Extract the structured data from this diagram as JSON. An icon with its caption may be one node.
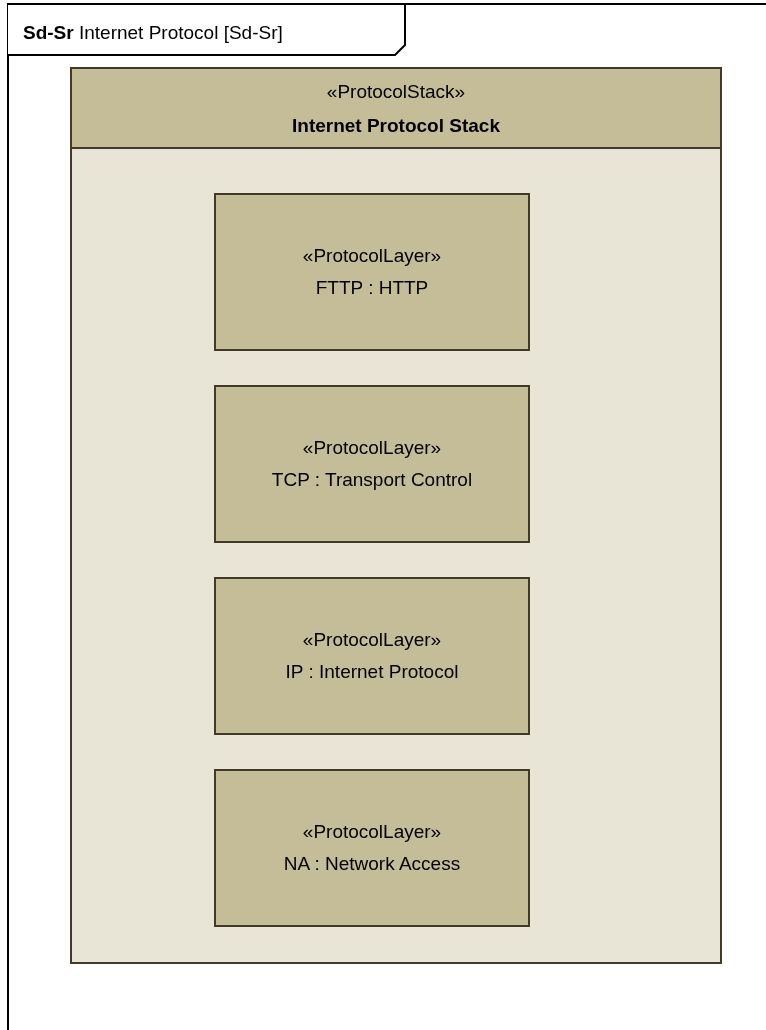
{
  "diagram": {
    "nodes": [
      {
        "text": [
          "**Sd-Sr** Internet Protocol [Sd-Sr]"
        ]
      },
      {
        "text": [
          "«ProtocolStack»",
          "Internet Protocol Stack"
        ],
        "in": 0
      },
      {
        "text": [
          "«ProtocolLayer»",
          "FTTP : HTTP"
        ],
        "in": 1
      },
      {
        "text": [
          "«ProtocolLayer»",
          "TCP : Transport Control"
        ],
        "in": 1
      },
      {
        "text": [
          "«ProtocolLayer»",
          "IP : Internet Protocol"
        ],
        "in": 1
      },
      {
        "text": [
          "«ProtocolLayer»",
          "NA : Network Access"
        ],
        "in": 1
      }
    ]
  }
}
